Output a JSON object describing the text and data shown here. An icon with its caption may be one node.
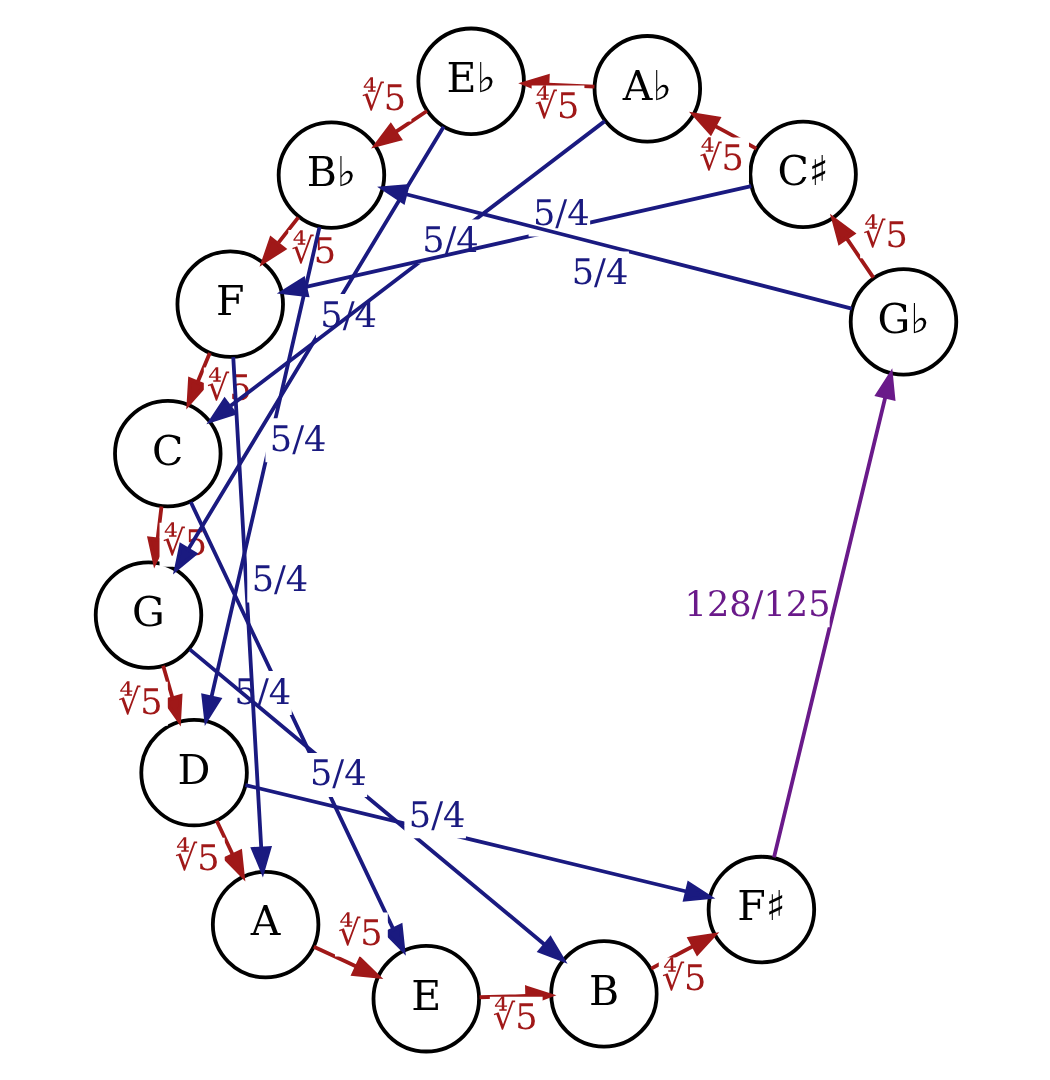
{
  "diagram": {
    "nodes": [
      {
        "text": [
          "C"
        ]
      },
      {
        "text": [
          "F"
        ]
      },
      {
        "text": [
          "G"
        ]
      },
      {
        "text": [
          "B♭"
        ]
      },
      {
        "text": [
          "D"
        ]
      },
      {
        "text": [
          "E♭"
        ]
      },
      {
        "text": [
          "A"
        ]
      },
      {
        "text": [
          "A♭"
        ]
      },
      {
        "text": [
          "E"
        ]
      },
      {
        "text": [
          "C♯"
        ]
      },
      {
        "text": [
          "B"
        ]
      },
      {
        "text": [
          "G♭"
        ]
      },
      {
        "text": [
          "F♯"
        ]
      }
    ],
    "edges": [
      {
        "from": 0,
        "to": 2,
        "arrow": "to",
        "label": "∜5"
      },
      {
        "from": 2,
        "to": 4,
        "arrow": "to",
        "label": "∜5"
      },
      {
        "from": 4,
        "to": 6,
        "arrow": "to",
        "label": "∜5"
      },
      {
        "from": 6,
        "to": 8,
        "arrow": "to",
        "label": "∜5"
      },
      {
        "from": 8,
        "to": 10,
        "arrow": "to",
        "label": "∜5"
      },
      {
        "from": 10,
        "to": 12,
        "arrow": "to",
        "label": "∜5"
      },
      {
        "from": 12,
        "to": 11,
        "arrow": "to",
        "label": "128/125",
        "color": "#6a1a8a"
      },
      {
        "from": 11,
        "to": 9,
        "arrow": "to",
        "label": "∜5"
      },
      {
        "from": 9,
        "to": 7,
        "arrow": "to",
        "label": "∜5"
      },
      {
        "from": 7,
        "to": 5,
        "arrow": "to",
        "label": "∜5"
      },
      {
        "from": 5,
        "to": 3,
        "arrow": "to",
        "label": "∜5"
      },
      {
        "from": 3,
        "to": 1,
        "arrow": "to",
        "label": "∜5"
      },
      {
        "from": 1,
        "to": 0,
        "arrow": "to",
        "label": "∜5"
      },
      {
        "from": 7,
        "to": 0,
        "arrow": "to",
        "label": "5/4",
        "color": "#1a1a80"
      },
      {
        "from": 9,
        "to": 1,
        "arrow": "to",
        "label": "5/4",
        "color": "#1a1a80"
      },
      {
        "from": 5,
        "to": 2,
        "arrow": "to",
        "label": "5/4",
        "color": "#1a1a80"
      },
      {
        "from": 3,
        "to": 4,
        "arrow": "to",
        "label": "5/4",
        "color": "#1a1a80"
      },
      {
        "from": 1,
        "to": 6,
        "arrow": "to",
        "label": "5/4",
        "color": "#1a1a80"
      },
      {
        "from": 0,
        "to": 8,
        "arrow": "to",
        "label": "5/4",
        "color": "#1a1a80"
      },
      {
        "from": 2,
        "to": 10,
        "arrow": "to",
        "label": "5/4",
        "color": "#1a1a80"
      },
      {
        "from": 4,
        "to": 12,
        "arrow": "to",
        "label": "5/4",
        "color": "#1a1a80"
      },
      {
        "from": 11,
        "to": 3,
        "arrow": "to",
        "label": "5/4",
        "color": "#1a1a80"
      }
    ]
  }
}
